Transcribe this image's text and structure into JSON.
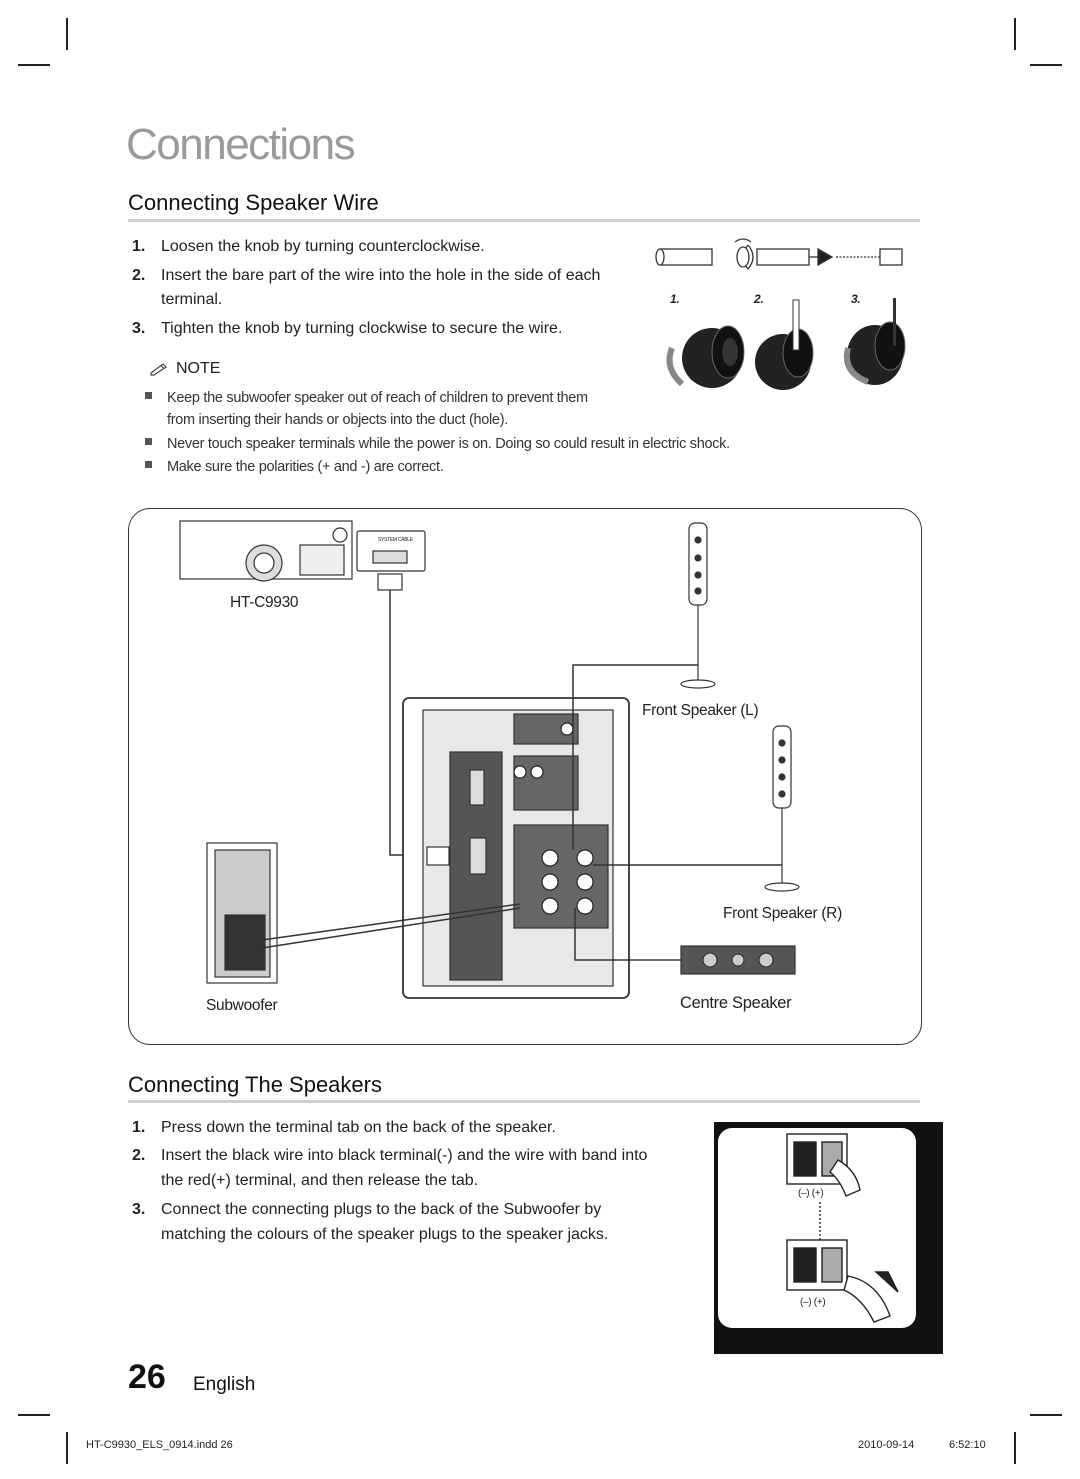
{
  "page_title": "Connections",
  "section1": {
    "heading": "Connecting Speaker Wire",
    "steps": [
      {
        "num": "1.",
        "line1": "Loosen the knob by turning counterclockwise.",
        "line2": ""
      },
      {
        "num": "2.",
        "line1": "Insert the bare part of the wire into the hole in the side of each",
        "line2": "terminal."
      },
      {
        "num": "3.",
        "line1": "Tighten the knob by turning clockwise to secure the wire.",
        "line2": ""
      }
    ],
    "note_label": "NOTE",
    "notes": [
      {
        "line1": "Keep the subwoofer speaker out of reach of children to prevent them",
        "line2": "from inserting their hands or objects into the duct (hole)."
      },
      {
        "line1": "Never touch speaker terminals while the power is on. Doing so could result in electric shock.",
        "line2": ""
      },
      {
        "line1": "Make sure the polarities (+ and -) are correct.",
        "line2": ""
      }
    ],
    "illustration_steps": [
      "1.",
      "2.",
      "3."
    ]
  },
  "diagram": {
    "unit_label": "HT-C9930",
    "system_cable_label": "SYSTEM CABLE",
    "front_left_label": "Front Speaker (L)",
    "front_right_label": "Front Speaker (R)",
    "subwoofer_label": "Subwoofer",
    "centre_label": "Centre Speaker"
  },
  "section2": {
    "heading": "Connecting The Speakers",
    "steps": [
      {
        "num": "1.",
        "line1": "Press down the terminal tab on the back of the speaker.",
        "line2": ""
      },
      {
        "num": "2.",
        "line1": "Insert the black wire into black terminal(-) and the wire with band into",
        "line2": "the red(+) terminal, and then release the tab."
      },
      {
        "num": "3.",
        "line1": "Connect the connecting plugs to the back of the Subwoofer by",
        "line2": "matching the colours of the speaker plugs to the speaker jacks."
      }
    ],
    "polarity_label": "(–)  (+)"
  },
  "page_number": "26",
  "language": "English",
  "footer": {
    "file": "HT-C9930_ELS_0914.indd   26",
    "date": "2010-09-14",
    "time": "6:52:10"
  }
}
